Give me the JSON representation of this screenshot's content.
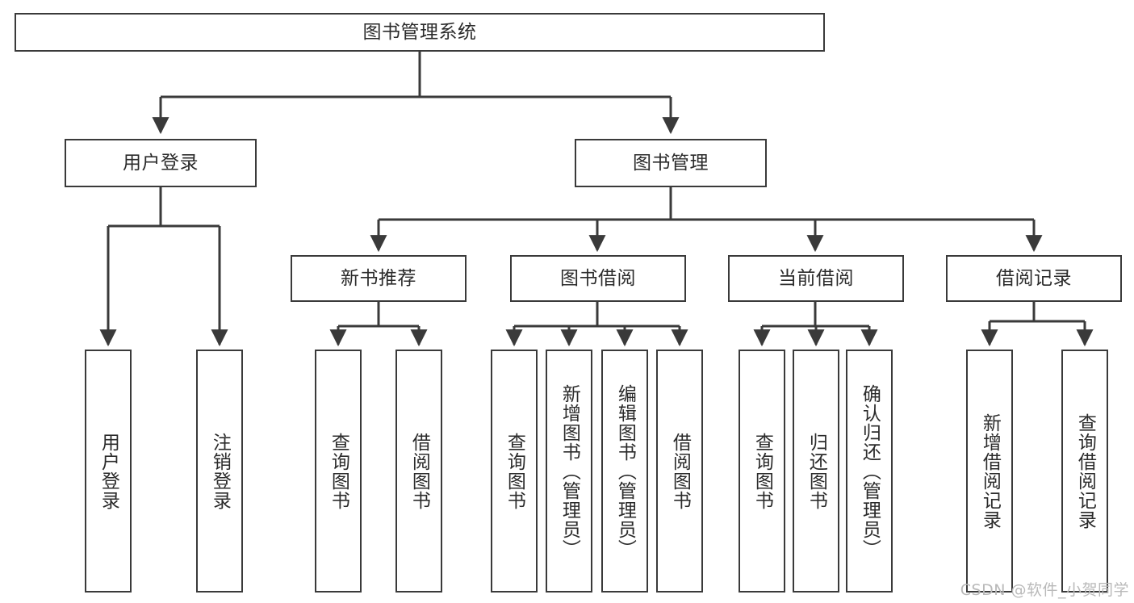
{
  "diagram": {
    "type": "tree",
    "title": "图书管理系统",
    "watermark": "CSDN @软件_小贺同学",
    "colors": {
      "box_border": "#3a3a3a",
      "box_fill": "#ffffff",
      "edge": "#3a3a3a",
      "text": "#2b2b2b",
      "watermark": "#b9b9b9",
      "background": "#ffffff"
    },
    "nodes": {
      "root": {
        "label": "图书管理系统"
      },
      "level1": [
        {
          "id": "user-login",
          "label": "用户登录"
        },
        {
          "id": "book-manage",
          "label": "图书管理"
        }
      ],
      "level2": [
        {
          "id": "new-book-recommend",
          "label": "新书推荐"
        },
        {
          "id": "book-borrow",
          "label": "图书借阅"
        },
        {
          "id": "current-borrow",
          "label": "当前借阅"
        },
        {
          "id": "borrow-record",
          "label": "借阅记录"
        }
      ],
      "leaves": {
        "user-login": [
          {
            "id": "leaf-user-login",
            "label": "用户登录"
          },
          {
            "id": "leaf-logout-login",
            "label": "注销登录"
          }
        ],
        "new-book-recommend": [
          {
            "id": "leaf-query-book-1",
            "label": "查询图书"
          },
          {
            "id": "leaf-borrow-book-1",
            "label": "借阅图书"
          }
        ],
        "book-borrow": [
          {
            "id": "leaf-query-book-2",
            "label": "查询图书"
          },
          {
            "id": "leaf-add-book",
            "label": "新增图书（管理员）"
          },
          {
            "id": "leaf-edit-book",
            "label": "编辑图书（管理员）"
          },
          {
            "id": "leaf-borrow-book-2",
            "label": "借阅图书"
          }
        ],
        "current-borrow": [
          {
            "id": "leaf-query-book-3",
            "label": "查询图书"
          },
          {
            "id": "leaf-return-book",
            "label": "归还图书"
          },
          {
            "id": "leaf-confirm-return",
            "label": "确认归还（管理员）"
          }
        ],
        "borrow-record": [
          {
            "id": "leaf-add-record",
            "label": "新增借阅记录"
          },
          {
            "id": "leaf-query-record",
            "label": "查询借阅记录"
          }
        ]
      }
    }
  }
}
